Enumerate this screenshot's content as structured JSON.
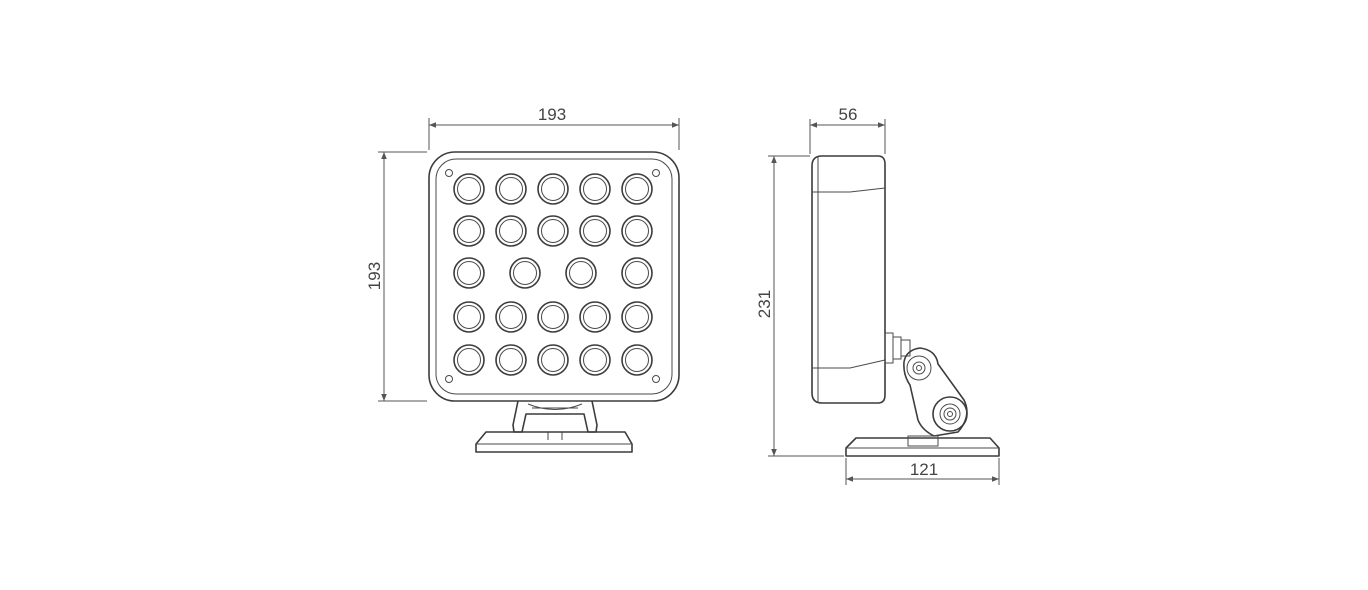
{
  "drawing": {
    "front_view": {
      "width_label": "193",
      "height_label": "193",
      "led_rows": [
        5,
        5,
        4,
        5,
        5
      ]
    },
    "side_view": {
      "depth_label": "56",
      "height_label": "231",
      "base_label": "121"
    }
  },
  "colors": {
    "line": "#3c3c3c",
    "background": "#ffffff"
  }
}
